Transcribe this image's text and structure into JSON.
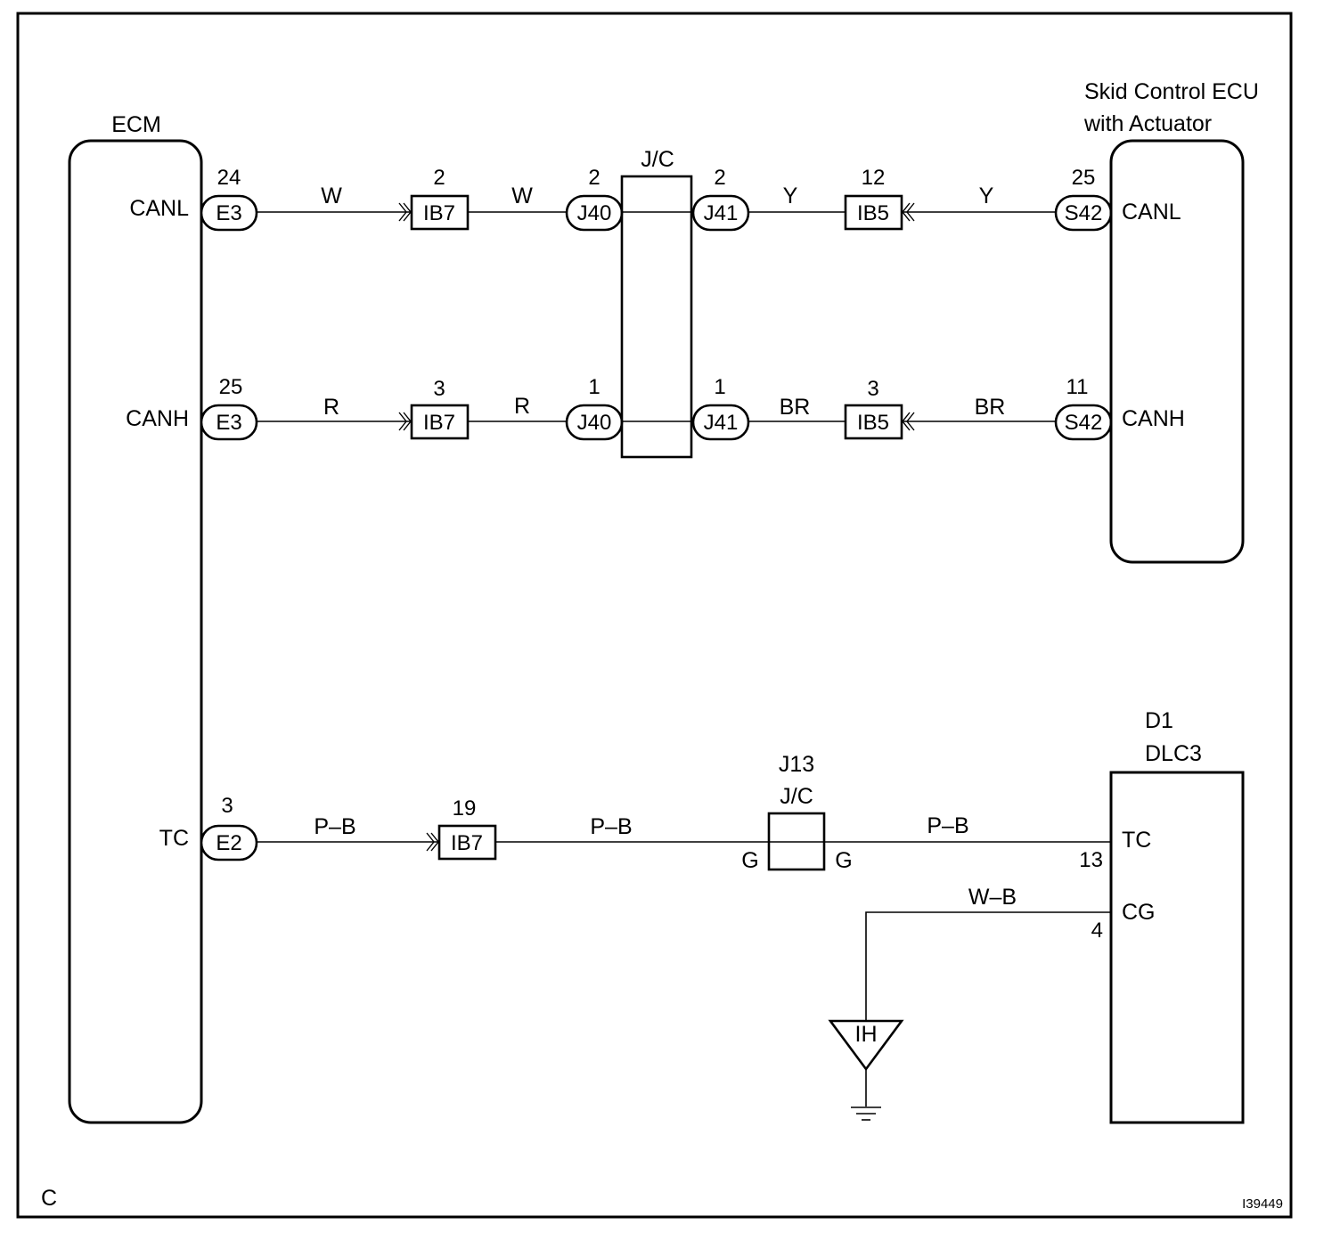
{
  "corner_code": "C",
  "figure_id": "I39449",
  "ecm": {
    "title": "ECM",
    "signals": {
      "canl": "CANL",
      "canh": "CANH",
      "tc": "TC"
    },
    "conn_canl": {
      "pin": "24",
      "id": "E3"
    },
    "conn_canh": {
      "pin": "25",
      "id": "E3"
    },
    "conn_tc": {
      "pin": "3",
      "id": "E2"
    }
  },
  "skid_ecu": {
    "title_line1": "Skid Control ECU",
    "title_line2": "with Actuator",
    "signals": {
      "canl": "CANL",
      "canh": "CANH"
    },
    "conn_canl": {
      "pin": "25",
      "id": "S42"
    },
    "conn_canh": {
      "pin": "11",
      "id": "S42"
    }
  },
  "junction_connector": {
    "label": "J/C",
    "left_top": {
      "pin": "2",
      "id": "J40"
    },
    "left_bottom": {
      "pin": "1",
      "id": "J40"
    },
    "right_top": {
      "pin": "2",
      "id": "J41"
    },
    "right_bottom": {
      "pin": "1",
      "id": "J41"
    }
  },
  "inline_connectors": {
    "ib7_canl": {
      "pin": "2",
      "id": "IB7"
    },
    "ib7_canh": {
      "pin": "3",
      "id": "IB7"
    },
    "ib5_canl": {
      "pin": "12",
      "id": "IB5"
    },
    "ib5_canh": {
      "pin": "3",
      "id": "IB5"
    },
    "ib7_tc": {
      "pin": "19",
      "id": "IB7"
    }
  },
  "wire_colors": {
    "canl_ecm_side": "W",
    "canl_ecm_side2": "W",
    "canl_skid_side": "Y",
    "canl_skid_side2": "Y",
    "canh_ecm_side": "R",
    "canh_ecm_side2": "R",
    "canh_skid_side": "BR",
    "canh_skid_side2": "BR",
    "tc_1": "P–B",
    "tc_2": "P–B",
    "tc_3": "P–B",
    "cg": "W–B"
  },
  "j13": {
    "id": "J13",
    "label": "J/C",
    "left_pin": "G",
    "right_pin": "G"
  },
  "dlc3": {
    "id": "D1",
    "name": "DLC3",
    "tc_signal": "TC",
    "tc_pin": "13",
    "cg_signal": "CG",
    "cg_pin": "4"
  },
  "ground": {
    "label": "IH"
  }
}
